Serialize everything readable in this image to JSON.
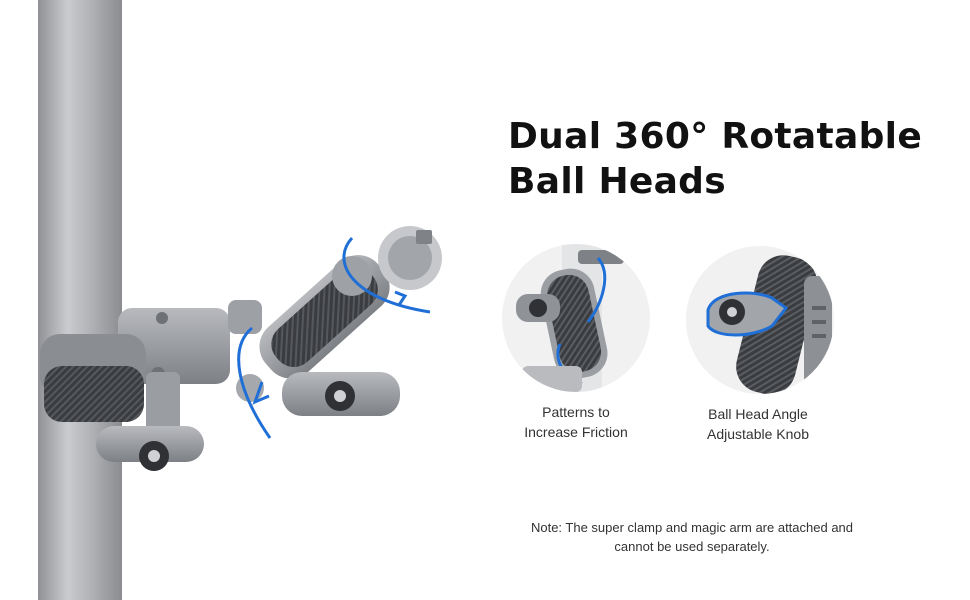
{
  "headline": {
    "line1": "Dual 360° Rotatable",
    "line2": "Ball Heads"
  },
  "details": [
    {
      "icon": "friction-pattern-closeup",
      "caption_line1": "Patterns to",
      "caption_line2": "Increase Friction"
    },
    {
      "icon": "ball-head-knob-closeup",
      "caption_line1": "Ball Head Angle",
      "caption_line2": "Adjustable Knob"
    }
  ],
  "note": {
    "line1": "Note: The super clamp and magic arm are attached and",
    "line2": "cannot be used separately."
  },
  "colors": {
    "accent_blue": "#1f6fd6",
    "metal": "#8e9196",
    "metal_dark": "#5f6267",
    "pole": "#a9abaf",
    "text": "#111111"
  }
}
